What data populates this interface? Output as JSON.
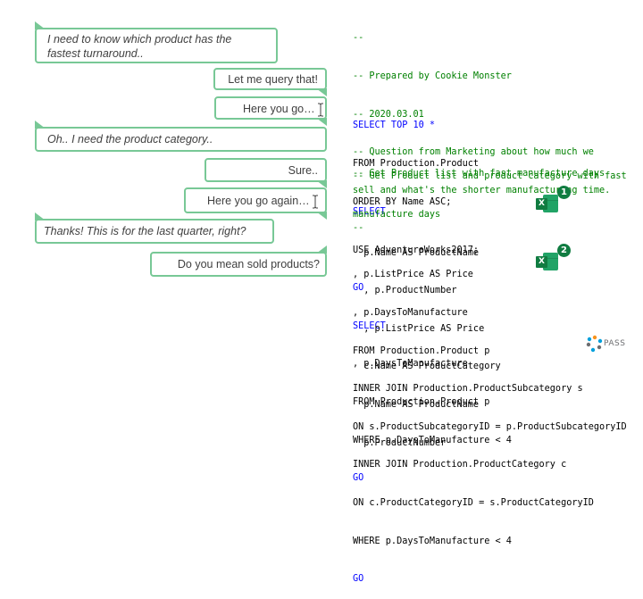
{
  "chat": [
    {
      "id": "m1",
      "side": "left",
      "text": "I need to know which product has the fastest turnaround.."
    },
    {
      "id": "m2",
      "side": "right",
      "text": "Let me query that!"
    },
    {
      "id": "m3",
      "side": "right",
      "text": "Here you go…"
    },
    {
      "id": "m4",
      "side": "left",
      "text": "Oh.. I need the product category.."
    },
    {
      "id": "m5",
      "side": "right",
      "text": "Sure.."
    },
    {
      "id": "m6",
      "side": "right",
      "text": "Here you go again…"
    },
    {
      "id": "m7",
      "side": "left",
      "text": "Thanks! This is for the last quarter, right?"
    },
    {
      "id": "m8",
      "side": "right",
      "text": "Do you mean sold products?"
    }
  ],
  "code": {
    "header": [
      "--",
      "-- Prepared by Cookie Monster",
      "-- 2020.03.01",
      "-- Question from Marketing about how much we",
      "sell and what's the shorter manufacturing time.",
      "--"
    ],
    "query1": [
      "SELECT TOP 10 *",
      "FROM Production.Product",
      "ORDER BY Name ASC;"
    ],
    "overlap_a": [
      "-- Get Product list with fast manufacture days",
      "SELECT",
      "USE AdventureWorks2017;",
      "GO",
      "SELECT",
      ", p.DaysToManufacture",
      "FROM Production.Product p",
      "WHERE p.DaysToManufacture < 4",
      "GO"
    ],
    "overlap_b": [
      "-- Get Product list and product category with fast",
      "manufacture days",
      "  p.Name AS ProductName",
      "  , p.ProductNumber",
      "  , p.ListPrice AS Price",
      "  c.Name AS ProductCategory",
      "  p.Name AS ProductName",
      "  p.ProductNumber"
    ],
    "query2": [
      ", p.ListPrice AS Price",
      ", p.DaysToManufacture",
      "FROM Production.Product p",
      "INNER JOIN Production.ProductSubcategory s",
      "ON s.ProductSubcategoryID = p.ProductSubcategoryID",
      "INNER JOIN Production.ProductCategory c",
      "ON c.ProductCategoryID = s.ProductCategoryID",
      "WHERE p.DaysToManufacture < 4",
      "GO"
    ]
  },
  "badges": [
    {
      "icon": "excel-icon",
      "letter": "X",
      "number": "1",
      "color": "#107c41"
    },
    {
      "icon": "excel-icon",
      "letter": "X",
      "number": "2",
      "color": "#107c41"
    }
  ],
  "logo": {
    "text": "PASS"
  },
  "colors": {
    "bubble_border": "#78c896",
    "keyword": "#0000ff",
    "comment": "#008000",
    "excel": "#107c41"
  }
}
